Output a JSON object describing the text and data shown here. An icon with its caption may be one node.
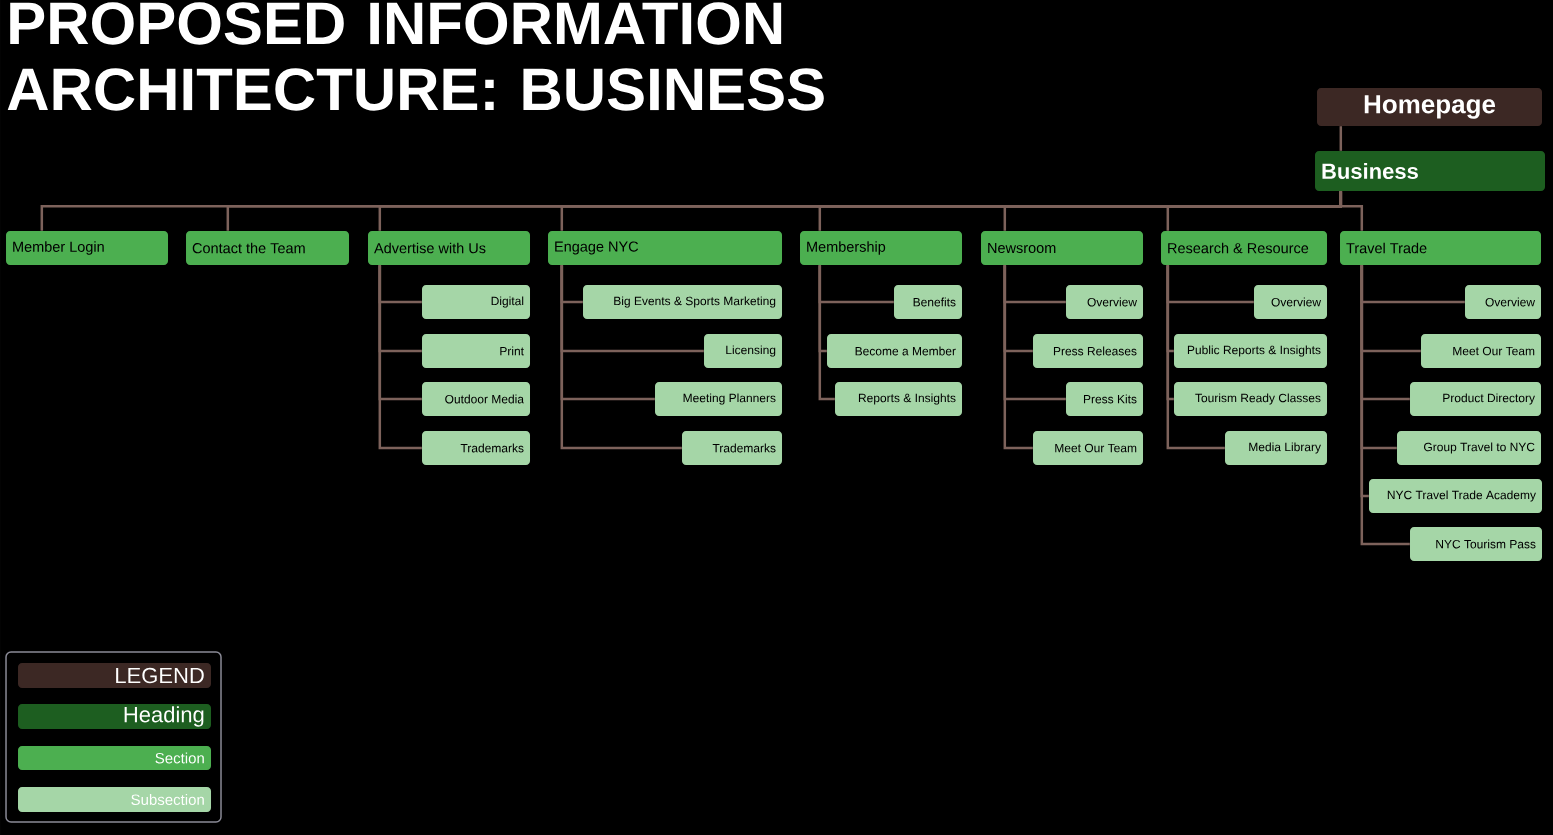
{
  "diagram": {
    "title": "PROPOSED INFORMATION ARCHITECTURE: BUSINESS",
    "nodes": [
      {
        "text": [
          "Homepage"
        ]
      },
      {
        "text": [
          "Business"
        ]
      },
      {
        "text": [
          "Member Login"
        ]
      },
      {
        "text": [
          "Contact the Team"
        ]
      },
      {
        "text": [
          "Advertise with Us"
        ]
      },
      {
        "text": [
          "Digital"
        ]
      },
      {
        "text": [
          "Print"
        ]
      },
      {
        "text": [
          "Outdoor Media"
        ]
      },
      {
        "text": [
          "Trademarks"
        ]
      },
      {
        "text": [
          "Engage NYC"
        ]
      },
      {
        "text": [
          "Big Events & Sports Marketing"
        ]
      },
      {
        "text": [
          "Licensing"
        ]
      },
      {
        "text": [
          "Meeting Planners"
        ]
      },
      {
        "text": [
          "Trademarks"
        ]
      },
      {
        "text": [
          "Membership"
        ]
      },
      {
        "text": [
          "Benefits"
        ]
      },
      {
        "text": [
          "Become a Member"
        ]
      },
      {
        "text": [
          "Reports & Insights"
        ]
      },
      {
        "text": [
          "Newsroom"
        ]
      },
      {
        "text": [
          "Overview"
        ]
      },
      {
        "text": [
          "Press Releases"
        ]
      },
      {
        "text": [
          "Press Kits"
        ]
      },
      {
        "text": [
          "Meet Our Team"
        ]
      },
      {
        "text": [
          "Research & Resource"
        ]
      },
      {
        "text": [
          "Overview"
        ]
      },
      {
        "text": [
          "Public Reports & Insights"
        ]
      },
      {
        "text": [
          "Tourism Ready Classes"
        ]
      },
      {
        "text": [
          "Media Library"
        ]
      },
      {
        "text": [
          "Travel Trade"
        ]
      },
      {
        "text": [
          "Overview"
        ]
      },
      {
        "text": [
          "Meet Our Team"
        ]
      },
      {
        "text": [
          "Product Directory"
        ]
      },
      {
        "text": [
          "Group Travel to NYC"
        ]
      },
      {
        "text": [
          "NYC Travel Trade Academy"
        ]
      },
      {
        "text": [
          "NYC Tourism Pass"
        ]
      }
    ],
    "edges": [
      {
        "from": 0,
        "to": 1,
        "arrow": "none"
      },
      {
        "from": 1,
        "to": 2,
        "arrow": "none"
      },
      {
        "from": 1,
        "to": 3,
        "arrow": "none"
      },
      {
        "from": 1,
        "to": 4,
        "arrow": "none"
      },
      {
        "from": 1,
        "to": 9,
        "arrow": "none"
      },
      {
        "from": 1,
        "to": 14,
        "arrow": "none"
      },
      {
        "from": 1,
        "to": 18,
        "arrow": "none"
      },
      {
        "from": 1,
        "to": 23,
        "arrow": "none"
      },
      {
        "from": 1,
        "to": 28,
        "arrow": "none"
      },
      {
        "from": 4,
        "to": 5,
        "arrow": "none"
      },
      {
        "from": 4,
        "to": 6,
        "arrow": "none"
      },
      {
        "from": 4,
        "to": 7,
        "arrow": "none"
      },
      {
        "from": 4,
        "to": 8,
        "arrow": "none"
      },
      {
        "from": 9,
        "to": 10,
        "arrow": "none"
      },
      {
        "from": 9,
        "to": 11,
        "arrow": "none"
      },
      {
        "from": 9,
        "to": 12,
        "arrow": "none"
      },
      {
        "from": 9,
        "to": 13,
        "arrow": "none"
      },
      {
        "from": 14,
        "to": 15,
        "arrow": "none"
      },
      {
        "from": 14,
        "to": 16,
        "arrow": "none"
      },
      {
        "from": 14,
        "to": 17,
        "arrow": "none"
      },
      {
        "from": 18,
        "to": 19,
        "arrow": "none"
      },
      {
        "from": 18,
        "to": 20,
        "arrow": "none"
      },
      {
        "from": 18,
        "to": 21,
        "arrow": "none"
      },
      {
        "from": 18,
        "to": 22,
        "arrow": "none"
      },
      {
        "from": 23,
        "to": 24,
        "arrow": "none"
      },
      {
        "from": 23,
        "to": 25,
        "arrow": "none"
      },
      {
        "from": 23,
        "to": 26,
        "arrow": "none"
      },
      {
        "from": 23,
        "to": 27,
        "arrow": "none"
      },
      {
        "from": 28,
        "to": 29,
        "arrow": "none"
      },
      {
        "from": 28,
        "to": 30,
        "arrow": "none"
      },
      {
        "from": 28,
        "to": 31,
        "arrow": "none"
      },
      {
        "from": 28,
        "to": 32,
        "arrow": "none"
      },
      {
        "from": 28,
        "to": 33,
        "arrow": "none"
      },
      {
        "from": 28,
        "to": 34,
        "arrow": "none"
      }
    ],
    "legend": [
      {
        "text": "LEGEND",
        "color": "#3c2824"
      },
      {
        "text": "Heading",
        "color": "#1d5e20"
      },
      {
        "text": "Section",
        "color": "#4caf50"
      },
      {
        "text": "Subsection",
        "color": "#a5d6a7"
      }
    ]
  }
}
